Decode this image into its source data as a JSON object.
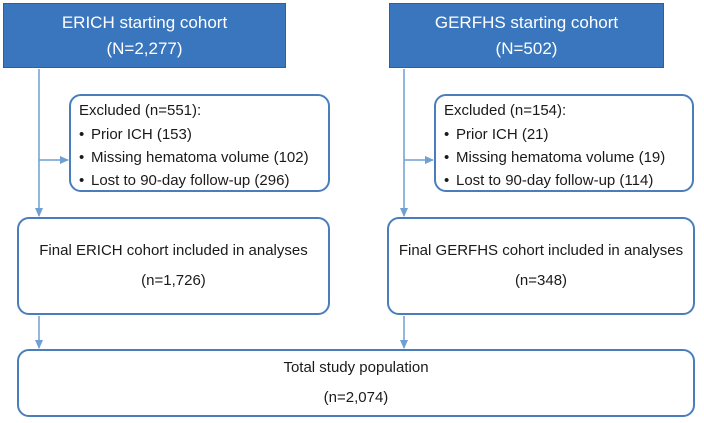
{
  "left": {
    "start": {
      "title": "ERICH starting cohort",
      "count": "(N=2,277)"
    },
    "excluded": {
      "heading": "Excluded (n=551):",
      "items": [
        "Prior ICH (153)",
        "Missing hematoma volume (102)",
        "Lost to 90-day follow-up (296)"
      ]
    },
    "final": {
      "title": "Final ERICH cohort included in analyses",
      "count": "(n=1,726)"
    }
  },
  "right": {
    "start": {
      "title": "GERFHS starting cohort",
      "count": "(N=502)"
    },
    "excluded": {
      "heading": "Excluded (n=154):",
      "items": [
        "Prior ICH (21)",
        "Missing hematoma volume (19)",
        "Lost to 90-day follow-up (114)"
      ]
    },
    "final": {
      "title": "Final GERFHS cohort included in analyses",
      "count": "(n=348)"
    }
  },
  "total": {
    "title": "Total study population",
    "count": "(n=2,074)"
  },
  "colors": {
    "start_fill": "#3a76bd",
    "border": "#4a7ebb",
    "arrow": "#6f9fd3"
  }
}
